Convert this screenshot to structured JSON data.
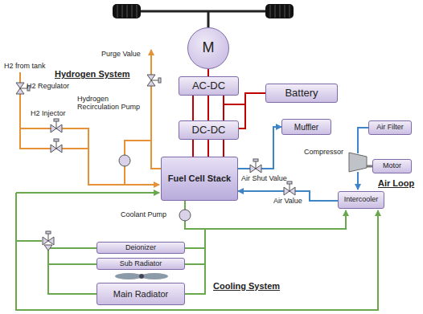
{
  "diagram": {
    "nodes": [
      {
        "text": [
          "M"
        ]
      },
      {
        "text": [
          "AC-DC"
        ]
      },
      {
        "text": [
          "Battery"
        ]
      },
      {
        "text": [
          "DC-DC"
        ]
      },
      {
        "text": [
          "Fuel Cell Stack"
        ]
      },
      {
        "text": [
          "Muffler"
        ]
      },
      {
        "text": [
          "Air Filter"
        ]
      },
      {
        "text": [
          "Motor"
        ]
      },
      {
        "text": [
          "Intercooler"
        ]
      },
      {
        "text": [
          "Deionizer"
        ]
      },
      {
        "text": [
          "Sub Radiator"
        ]
      },
      {
        "text": [
          "Main Radiator"
        ]
      }
    ],
    "edges": [
      {
        "from": 0,
        "to": 1,
        "arrow": "none"
      },
      {
        "from": 1,
        "to": 3,
        "arrow": "none"
      },
      {
        "from": 3,
        "to": 2,
        "arrow": "none"
      },
      {
        "from": 3,
        "to": 4,
        "arrow": "none"
      },
      {
        "from": 4,
        "to": 5,
        "arrow": "to"
      },
      {
        "from": 8,
        "to": 4,
        "arrow": "to"
      }
    ],
    "labels": [
      "H2 from tank",
      "H2 Regulator",
      "Hydrogen System",
      "Purge Value",
      "H2 Injector",
      "Hydrogen Recirculation Pump",
      "Air Shut Value",
      "Compressor",
      "Air Loop",
      "Air Value",
      "Coolant Pump",
      "Cooling System"
    ]
  }
}
